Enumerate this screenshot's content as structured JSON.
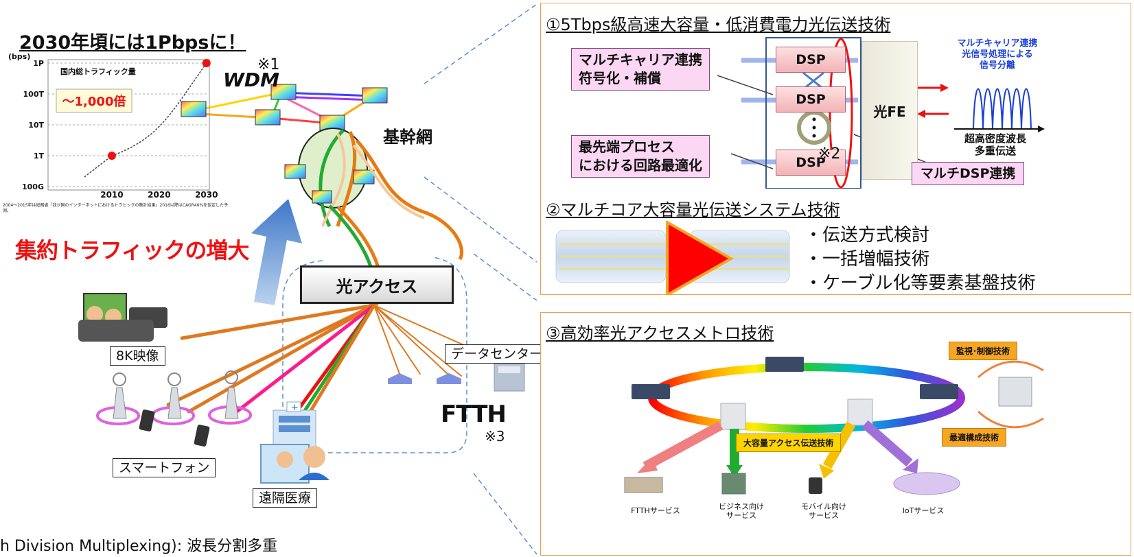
{
  "left": {
    "headline": "2030年頃には1Pbpsに！",
    "traffic_title": "集約トラフィックの増大",
    "access_label": "光アクセス",
    "backbone_label": "基幹網",
    "wdm_label": "WDM",
    "wdm_note": "※1",
    "ftth_label": "FTTH",
    "ftth_note": "※3",
    "datacenter_label": "データセンター",
    "video_label": "8K映像",
    "smartphone_label": "スマートフォン",
    "medical_label": "遠隔医療",
    "footnote": "h Division Multiplexing): 波長分割多重"
  },
  "chart_data": {
    "type": "scatter",
    "title": "国内総トラフィック量",
    "ylabel": "(bps)",
    "y_ticks": [
      "100G",
      "1T",
      "10T",
      "100T",
      "1P"
    ],
    "x_ticks": [
      "2010",
      "2020",
      "2030"
    ],
    "points": [
      {
        "x": 2010,
        "y": "1T"
      },
      {
        "x": 2030,
        "y": "1P"
      }
    ],
    "annotation": "～1,000倍",
    "source_note": "2004～2015年は総務省「我が国のインターネットにおけるトラヒックの集計結果」2016以降はCAGR40%を仮定した予測。"
  },
  "panel1": {
    "heading": "①5Tbps級高速大容量・低消費電力光伝送技術",
    "callout1_line1": "マルチキャリア連携",
    "callout1_line2": "符号化・補償",
    "callout2_line1": "最先端プロセス",
    "callout2_line2": "における回路最適化",
    "dsp": "DSP",
    "fe": "光FE",
    "note2": "※2",
    "multi_dsp": "マルチDSP連携",
    "sep_line1": "マルチキャリア連携",
    "sep_line2": "光信号処理による",
    "sep_line3": "信号分離",
    "wdm_line1": "超高密度波長",
    "wdm_line2": "多重伝送"
  },
  "panel2": {
    "heading": "②マルチコア大容量光伝送システム技術",
    "bullet1": "・伝送方式検討",
    "bullet2": "・一括増幅技術",
    "bullet3": "・ケーブル化等要素基盤技術"
  },
  "panel3": {
    "heading": "③高効率光アクセスメトロ技術",
    "monitor": "監視･制御技術",
    "optimal": "最適構成技術",
    "access_tx": "大容量アクセス伝送技術",
    "svc_ftth": "FTTHサービス",
    "svc_biz1": "ビジネス向け",
    "svc_biz2": "サービス",
    "svc_mob1": "モバイル向け",
    "svc_mob2": "サービス",
    "svc_iot": "IoTサービス"
  }
}
